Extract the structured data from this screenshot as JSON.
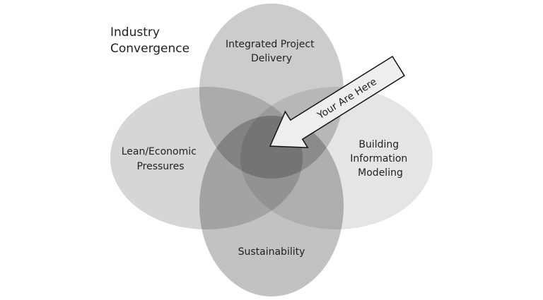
{
  "title": [
    "Industry",
    "Convergence"
  ],
  "circles": {
    "top": [
      "Integrated Project",
      "Delivery"
    ],
    "left": [
      "Lean/Economic",
      "Pressures"
    ],
    "right": [
      "Building",
      "Information",
      "Modeling"
    ],
    "bottom": [
      "Sustainability"
    ]
  },
  "arrow_label": "Your Are Here",
  "colors": {
    "fill": "#000000",
    "arrow_fill": "#eeeeee",
    "arrow_stroke": "#111111"
  }
}
